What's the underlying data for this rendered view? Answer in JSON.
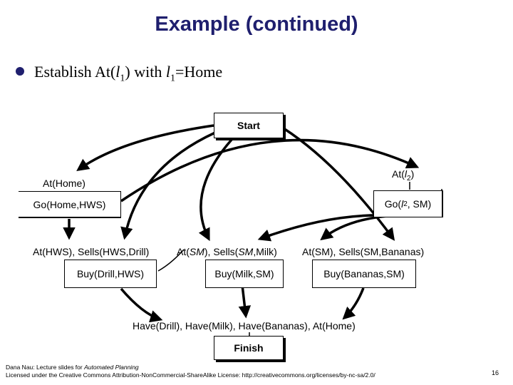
{
  "title": "Example (continued)",
  "bullet": {
    "prefix": "Establish At(",
    "var1": "l",
    "sub1": "1",
    "middle": ") with ",
    "var2": "l",
    "sub2": "1",
    "suffix": "=Home"
  },
  "nodes": {
    "start": "Start",
    "finish": "Finish",
    "go_home_hws": "Go(Home,HWS)",
    "go_l2_pre": "Go(",
    "go_l2_var": "l",
    "go_l2_sub": "2",
    "go_l2_post": ", SM)",
    "buy_drill": "Buy(Drill,HWS)",
    "buy_milk": "Buy(Milk,SM)",
    "buy_bananas": "Buy(Bananas,SM)"
  },
  "labels": {
    "at_home": "At(Home)",
    "at_l2_pre": "At(",
    "at_l2_var": "l",
    "at_l2_sub": "2",
    "at_l2_post": ")",
    "pre_drill": "At(HWS), Sells(HWS,Drill)",
    "pre_milk_1": "At(",
    "pre_milk_sm1": "SM",
    "pre_milk_2": "), Sells(",
    "pre_milk_sm2": "SM",
    "pre_milk_3": ",Milk)",
    "pre_bananas": "At(SM), Sells(SM,Bananas)",
    "finish_pre": "Have(Drill), Have(Milk), Have(Bananas), At(Home)"
  },
  "footer": {
    "line1_pre": "Dana Nau: Lecture slides for ",
    "line1_em": "Automated Planning",
    "line2": "Licensed under the Creative Commons Attribution-NonCommercial-ShareAlike License: http://creativecommons.org/licenses/by-nc-sa/2.0/"
  },
  "page_number": "16"
}
